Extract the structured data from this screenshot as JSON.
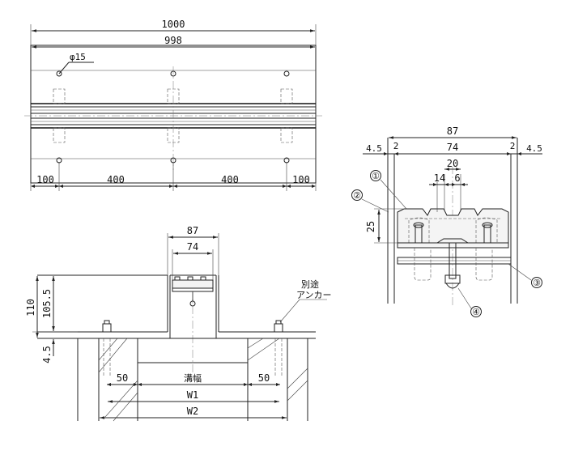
{
  "top_view": {
    "overall_length": "1000",
    "inner_length": "998",
    "hole_diameter": "φ15",
    "spacing": [
      "100",
      "400",
      "400",
      "100"
    ]
  },
  "side_view": {
    "overall_width": "87",
    "side_gap": "4.5",
    "edge_thickness": "2",
    "inner_width": "74",
    "bolt_pitch": "20",
    "dim_14": "14",
    "dim_6": "6",
    "height": "25",
    "callouts": [
      "①",
      "②",
      "③",
      "④"
    ]
  },
  "section_view": {
    "width_87": "87",
    "width_74": "74",
    "height_110": "110",
    "height_105_5": "105.5",
    "height_4_5": "4.5",
    "anchor_note_line1": "別途",
    "anchor_note_line2": "アンカー",
    "margin_left": "50",
    "margin_right": "50",
    "groove_width": "溝幅",
    "w1": "W1",
    "w2": "W2"
  }
}
